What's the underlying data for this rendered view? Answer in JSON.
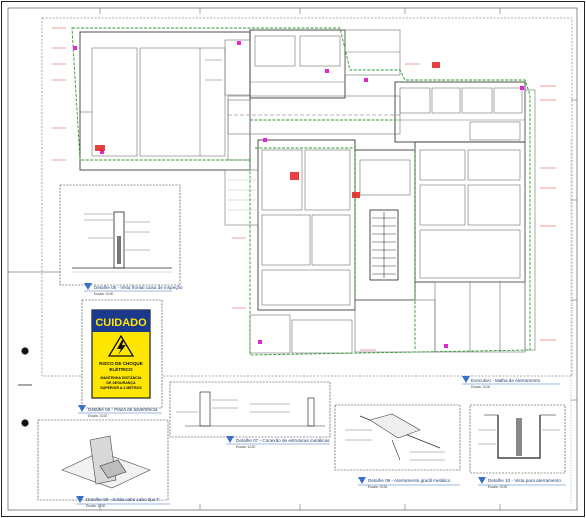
{
  "details": {
    "d05": {
      "title": "Detalhe 05 - Vista frontal caixa de inspeção",
      "scale": "Escala: 1/100"
    },
    "d06": {
      "title": "Detalhe 06 - Placa de advertência",
      "scale": "Escala: 1/100"
    },
    "d07": {
      "title": "Detalhe 07 - Conexão de estruturas metálicas",
      "scale": "Escala: 1/100"
    },
    "d08": {
      "title": "Detalhe 08 - Solda cabo cabo tipo T",
      "scale": "Escala: 1/100"
    },
    "d09": {
      "title": "Detalhe 09 - Aterramento gradil metálico",
      "scale": "Escala: 1/100"
    },
    "d10": {
      "title": "Detalhe 10 - Vista para aterramento",
      "scale": "Escala: 1/100"
    }
  },
  "plan_caption": {
    "title": "Executivo - Malha de Aterramento",
    "scale": "Escala: 1/100"
  },
  "warning_sign": {
    "heading": "CUIDADO",
    "line1": "RISCO DE CHOQUE",
    "line2": "ELÉTRICO",
    "line3": "MANTENHA DISTÂNCIA",
    "line4": "DE SEGURANÇA",
    "line5": "SUPERIOR A 3 METROS",
    "heading_color": "#1c3a8c",
    "sign_color": "#ffe600"
  },
  "colors": {
    "grounding_loop": "#2f9a2f",
    "inspection_box": "#e02ad0",
    "annotation": "#e02020"
  }
}
